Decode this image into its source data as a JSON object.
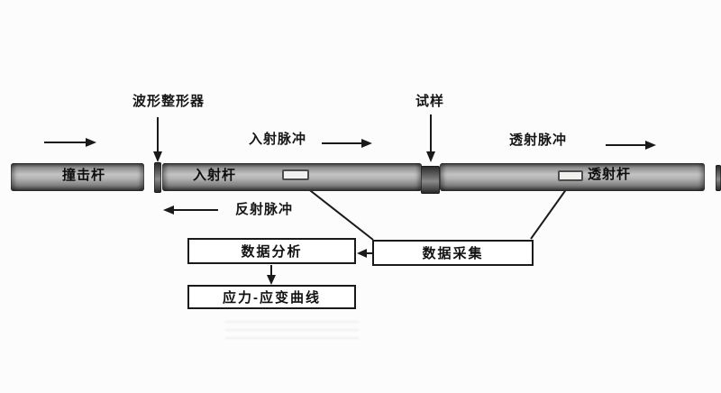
{
  "diagram_type": "split-hopkinson-pressure-bar-schematic",
  "bars": {
    "striker_label": "撞击杆",
    "incident_label": "入射杆",
    "transmission_label": "透射杆"
  },
  "callouts": {
    "wave_shaper": "波形整形器",
    "specimen": "试样"
  },
  "pulses": {
    "incident": "入射脉冲",
    "transmitted": "透射脉冲",
    "reflected": "反射脉冲"
  },
  "flowchart": {
    "data_analysis": "数据分析",
    "data_acquisition": "数据采集",
    "stress_strain_curve": "应力-应变曲线"
  },
  "colors": {
    "background": "#fcfcfc",
    "line": "#1a1a1a",
    "bar_light": "#c3c3c3",
    "bar_dark": "#3a3a3a",
    "box_fill": "#ffffff",
    "box_border": "#1a1a1a",
    "gauge_fill": "#f0f0ee"
  }
}
